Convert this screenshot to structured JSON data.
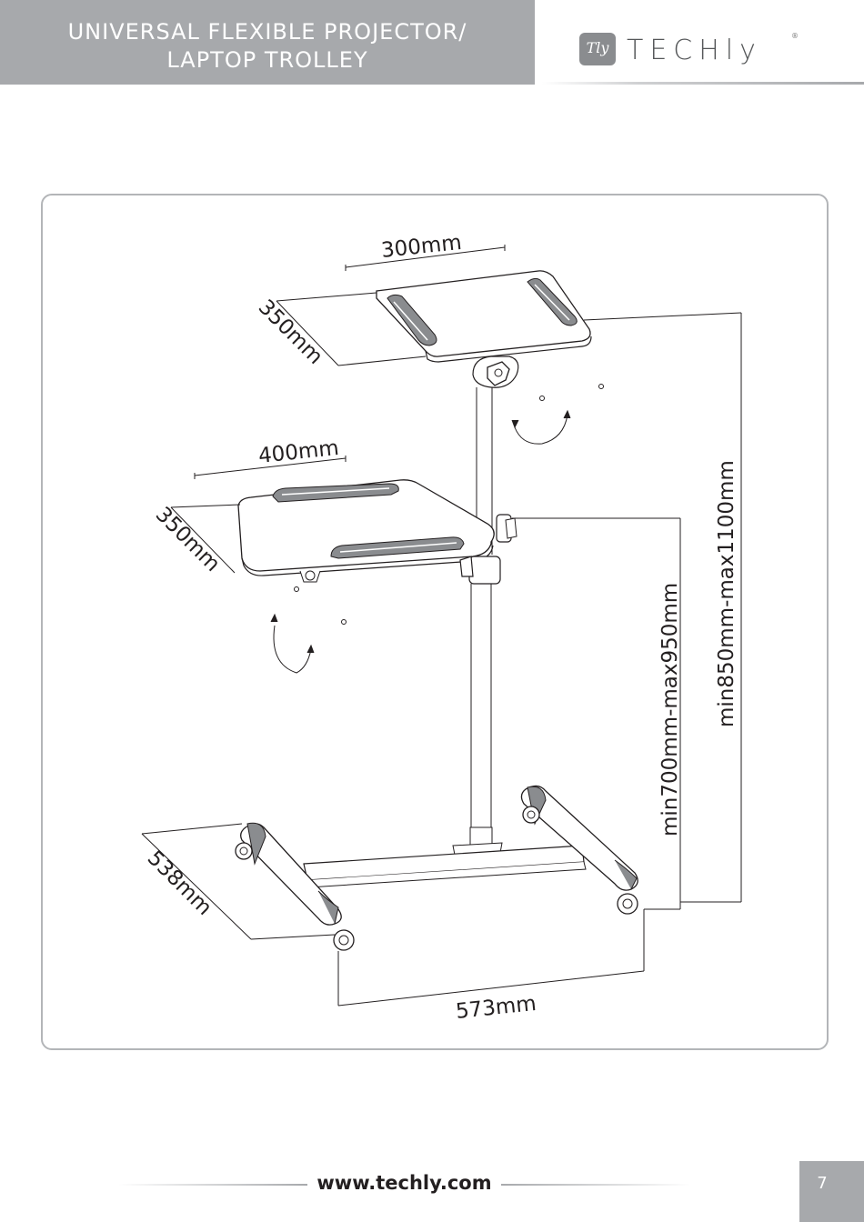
{
  "header": {
    "title_line1": "UNIVERSAL FLEXIBLE PROJECTOR/",
    "title_line2": "LAPTOP TROLLEY",
    "logo_badge": "Tly",
    "logo_text": "TECHly",
    "logo_reg": "®"
  },
  "dimensions": {
    "top_tray_width": "300mm",
    "top_tray_depth": "350mm",
    "lower_tray_width": "400mm",
    "lower_tray_depth": "350mm",
    "base_depth": "538mm",
    "base_width": "573mm",
    "lower_height": "min700mm-max950mm",
    "top_height": "min850mm-max1100mm"
  },
  "footer": {
    "url": "www.techly.com",
    "page_number": "7"
  }
}
